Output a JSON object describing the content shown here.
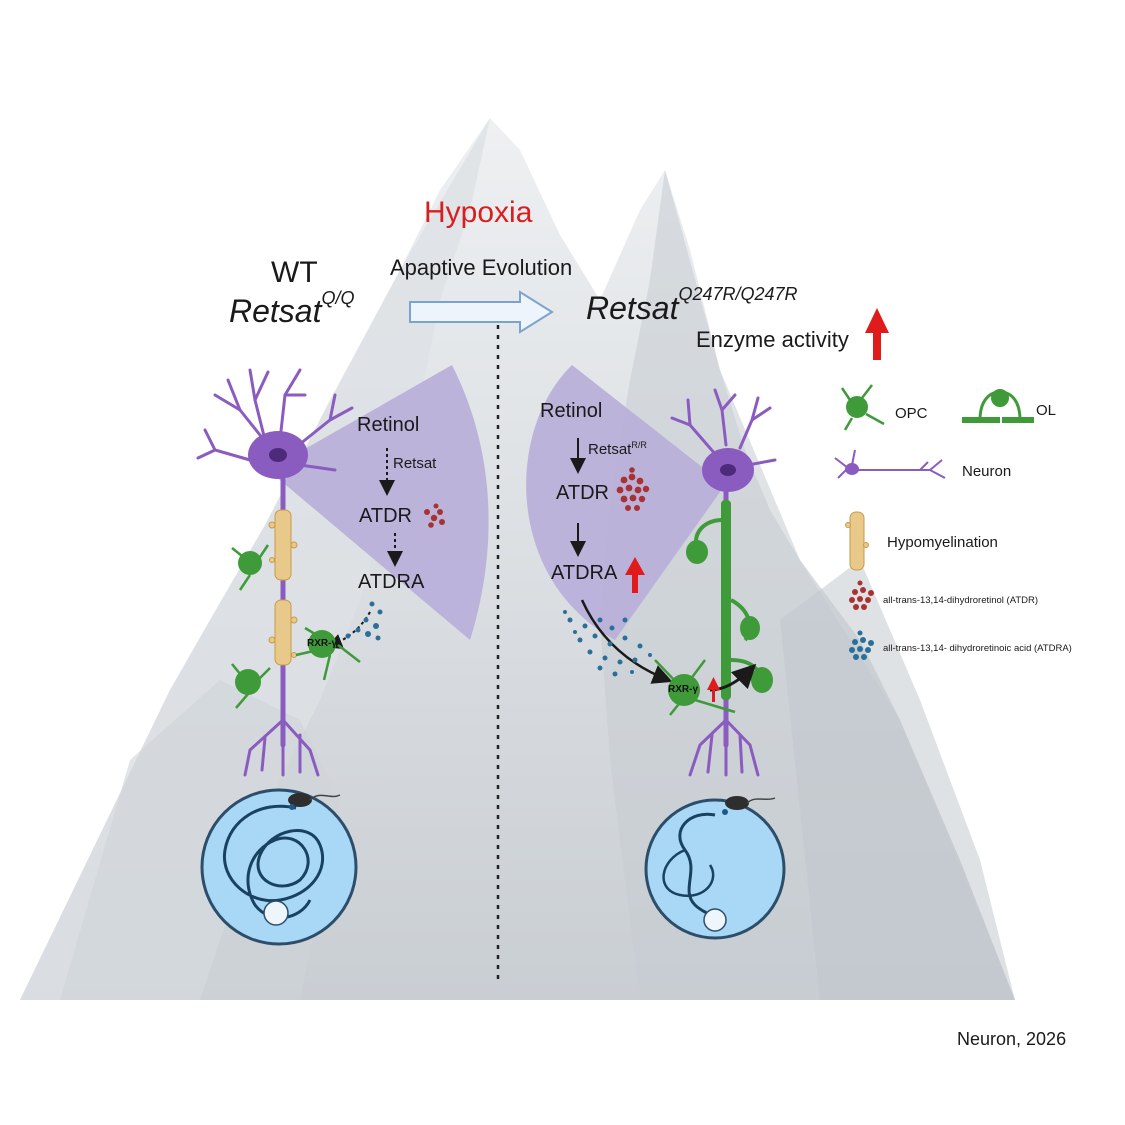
{
  "header": {
    "condition": "Hypoxia",
    "arrow_label": "Apaptive Evolution"
  },
  "left_panel": {
    "genotype_line1": "WT",
    "genotype_base": "Retsat",
    "genotype_sup": "Q/Q",
    "pathway": {
      "substrate": "Retinol",
      "enzyme": "Retsat",
      "intermediate": "ATDR",
      "product": "ATDRA"
    },
    "receptor": "RXR-γ"
  },
  "right_panel": {
    "genotype_base": "Retsat",
    "genotype_sup": "Q247R/Q247R",
    "enzyme_activity": "Enzyme activity",
    "pathway": {
      "substrate": "Retinol",
      "enzyme_base": "Retsat",
      "enzyme_sup": "R/R",
      "intermediate": "ATDR",
      "product": "ATDRA"
    },
    "receptor": "RXR-γ"
  },
  "legend": {
    "opc": "OPC",
    "ol": "OL",
    "neuron": "Neuron",
    "hypomyelination": "Hypomyelination",
    "atdr": "all-trans-13,14-dihydroretinol (ATDR)",
    "atdra": "all-trans-13,14- dihydroretinoic acid (ATDRA)"
  },
  "citation": "Neuron, 2026",
  "colors": {
    "hypoxia_red": "#d81f1f",
    "neuron_purple": "#8a5cc0",
    "wedge_purple": "#b9b0da",
    "opc_green": "#3f9a3a",
    "myelin_tan": "#e9c98a",
    "atdr_red": "#a83232",
    "atdra_blue": "#2a6f9a",
    "maze_blue": "#a8d8f5",
    "mountain_grey": "#d4d8dc"
  }
}
